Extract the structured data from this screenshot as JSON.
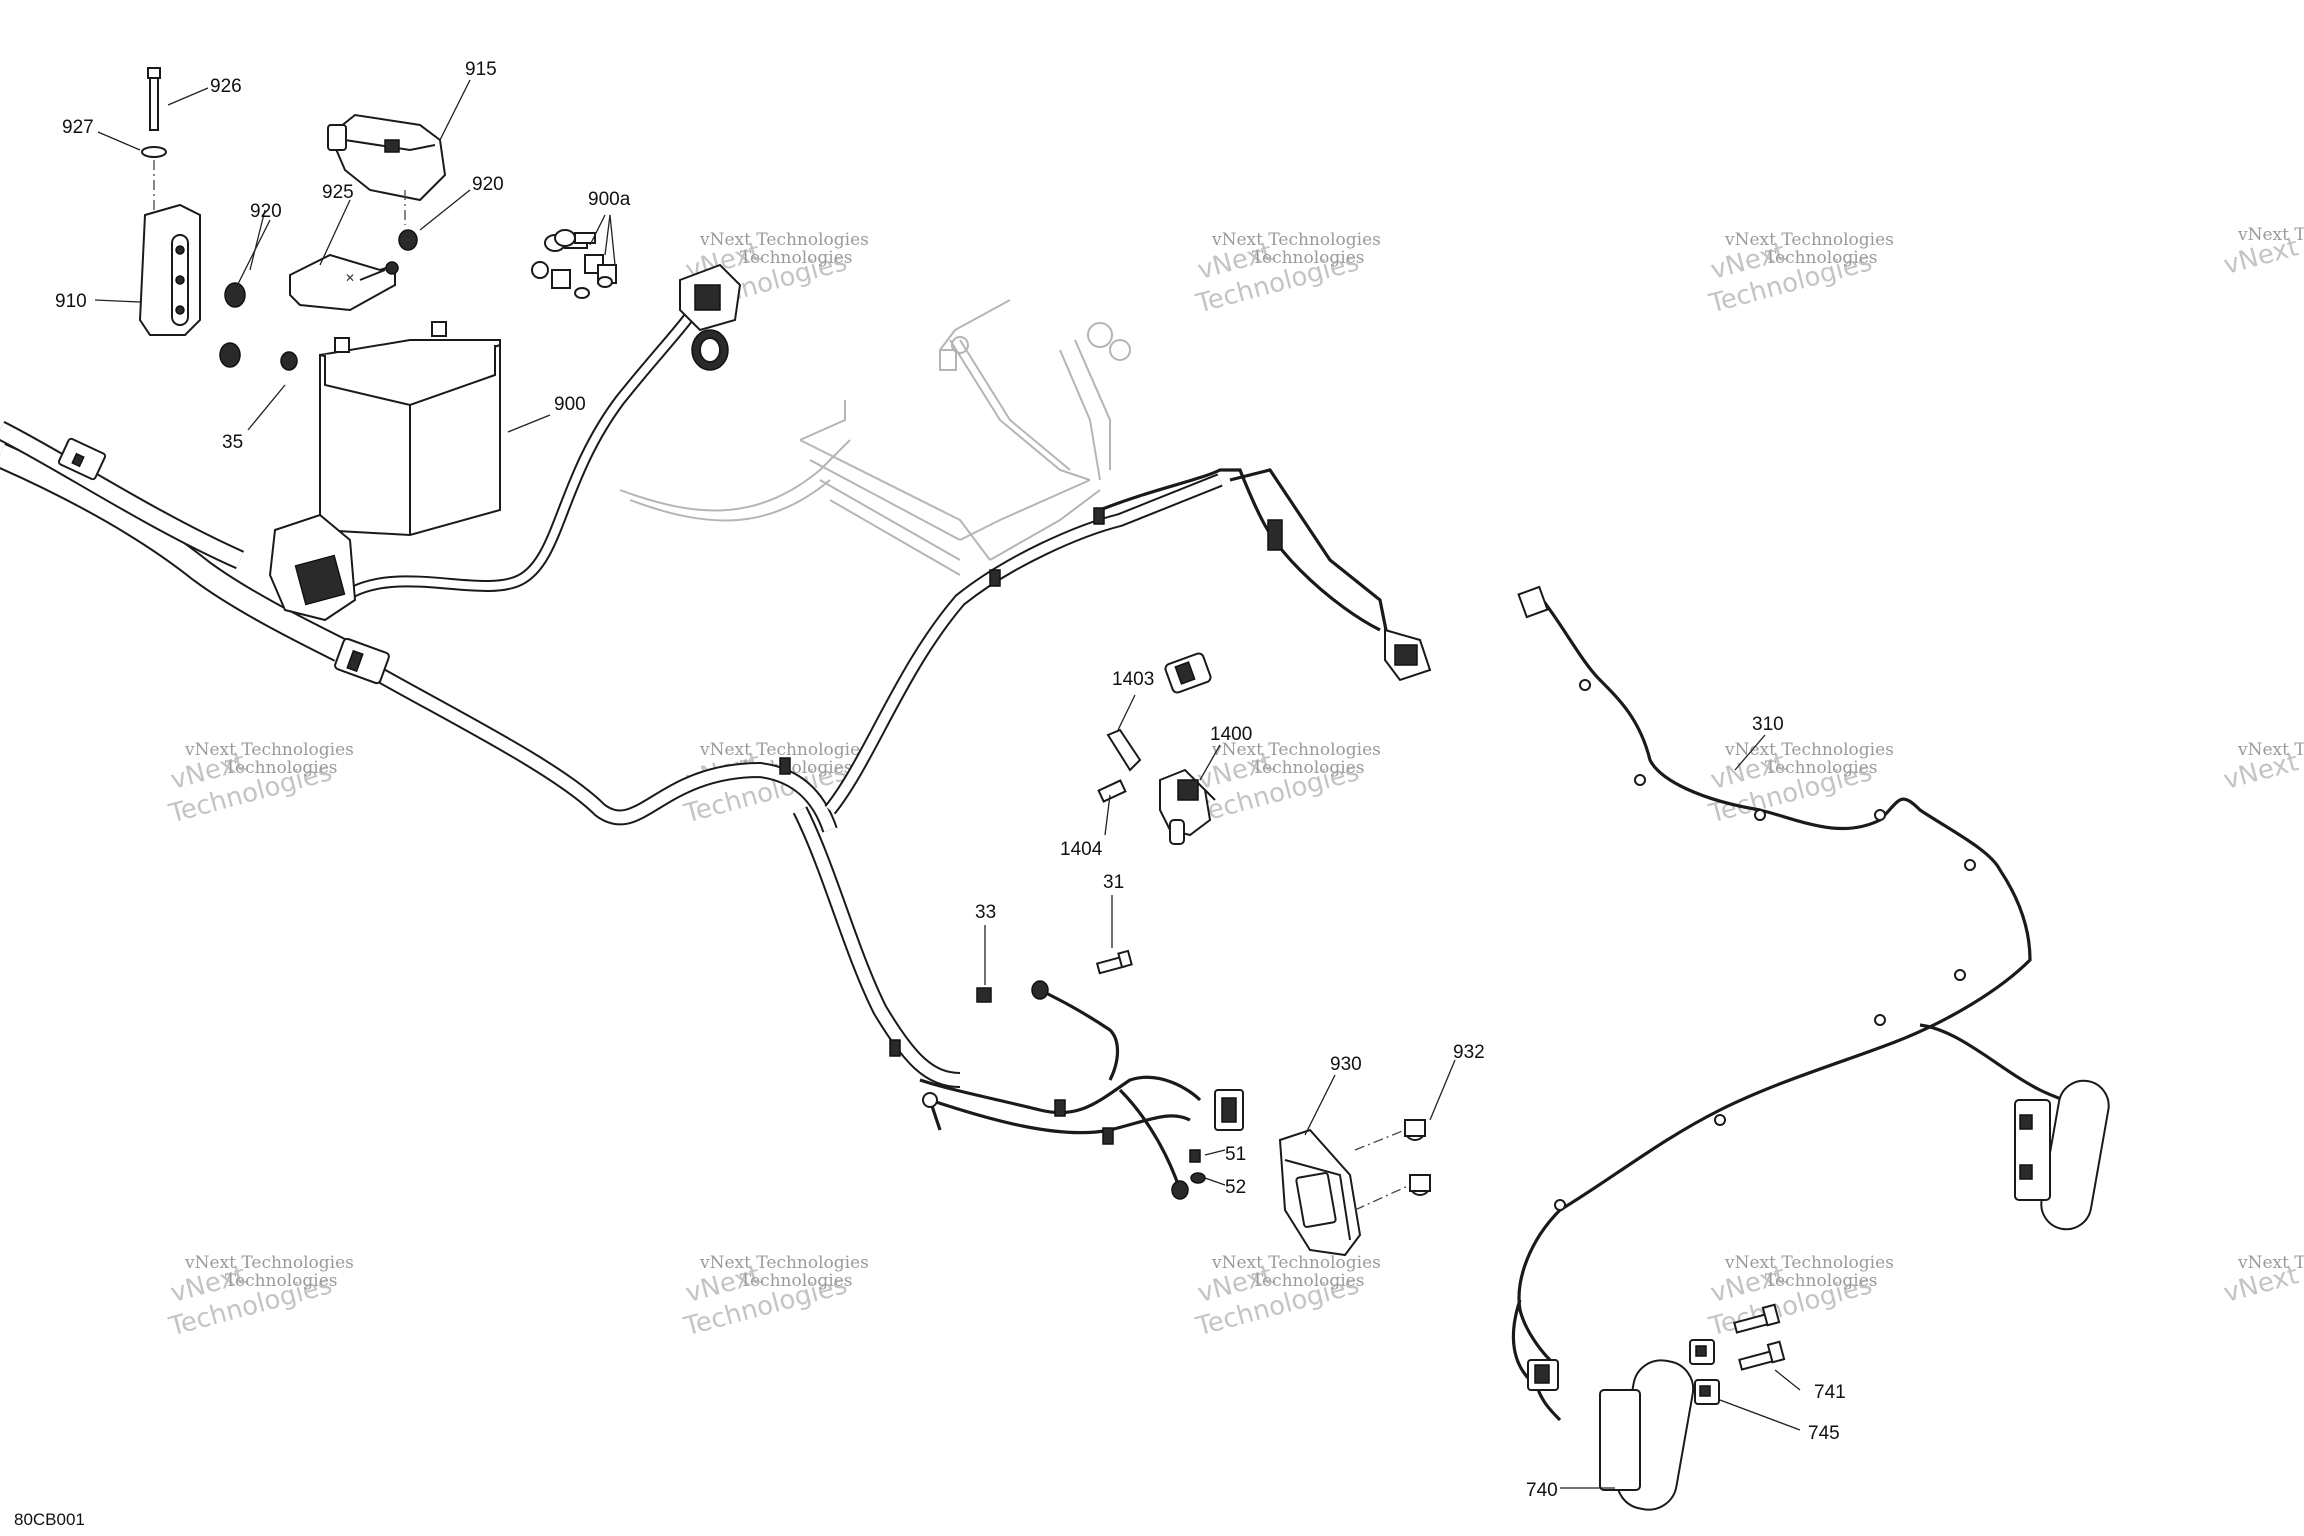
{
  "diagram": {
    "code": "80CB001",
    "watermark": {
      "line1": "vNext Technologies",
      "line2": "Technologies"
    },
    "callouts": {
      "926": "926",
      "927": "927",
      "915": "915",
      "920a": "920",
      "920b": "920",
      "925": "925",
      "900a": "900a",
      "910": "910",
      "900": "900",
      "35": "35",
      "1403": "1403",
      "1400": "1400",
      "1404": "1404",
      "310": "310",
      "33": "33",
      "31": "31",
      "930": "930",
      "932": "932",
      "51": "51",
      "52": "52",
      "741": "741",
      "745": "745",
      "740": "740"
    }
  }
}
